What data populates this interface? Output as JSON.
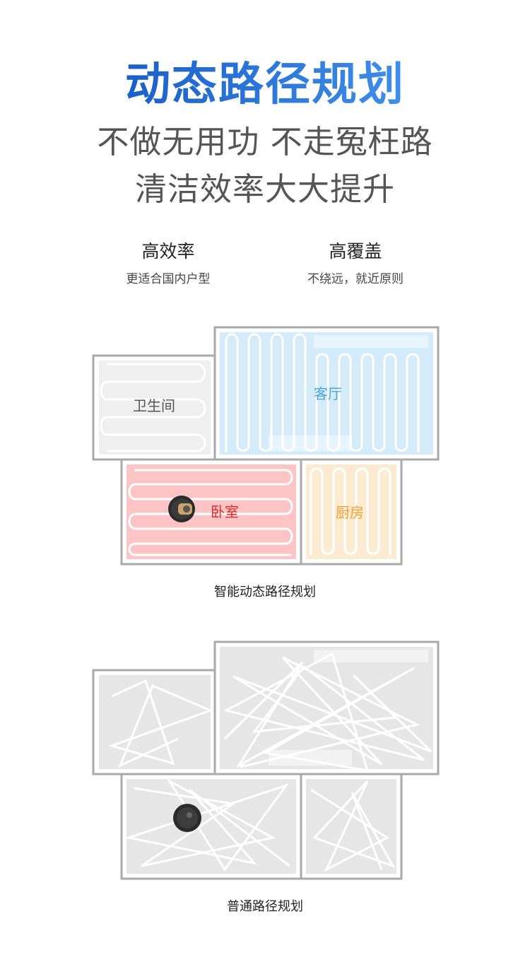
{
  "header": {
    "title": "动态路径规划",
    "title_color_start": "#1a5fc9",
    "title_color_end": "#3e8fe8",
    "subtitle_line1": "不做无用功 不走冤枉路",
    "subtitle_line2": "清洁效率大大提升"
  },
  "features": [
    {
      "title": "高效率",
      "desc": "更适合国内户型"
    },
    {
      "title": "高覆盖",
      "desc": "不绕远，就近原则"
    }
  ],
  "smart_map": {
    "caption": "智能动态路径规划",
    "rooms": {
      "bathroom": {
        "label": "卫生间",
        "fill": "#efefef",
        "label_color": "#555555"
      },
      "living": {
        "label": "客厅",
        "fill": "#d4ecf9",
        "label_color": "#4aa6e6"
      },
      "bedroom": {
        "label": "卧室",
        "fill": "#fdc4c6",
        "label_color": "#e8292a"
      },
      "kitchen": {
        "label": "厨房",
        "fill": "#fdebd1",
        "label_color": "#f0a030"
      }
    },
    "robot_icon": "robot-vacuum-icon"
  },
  "normal_map": {
    "caption": "普通路径规划",
    "room_fill": "#e6e6e6",
    "robot_icon": "robot-vacuum-icon"
  }
}
